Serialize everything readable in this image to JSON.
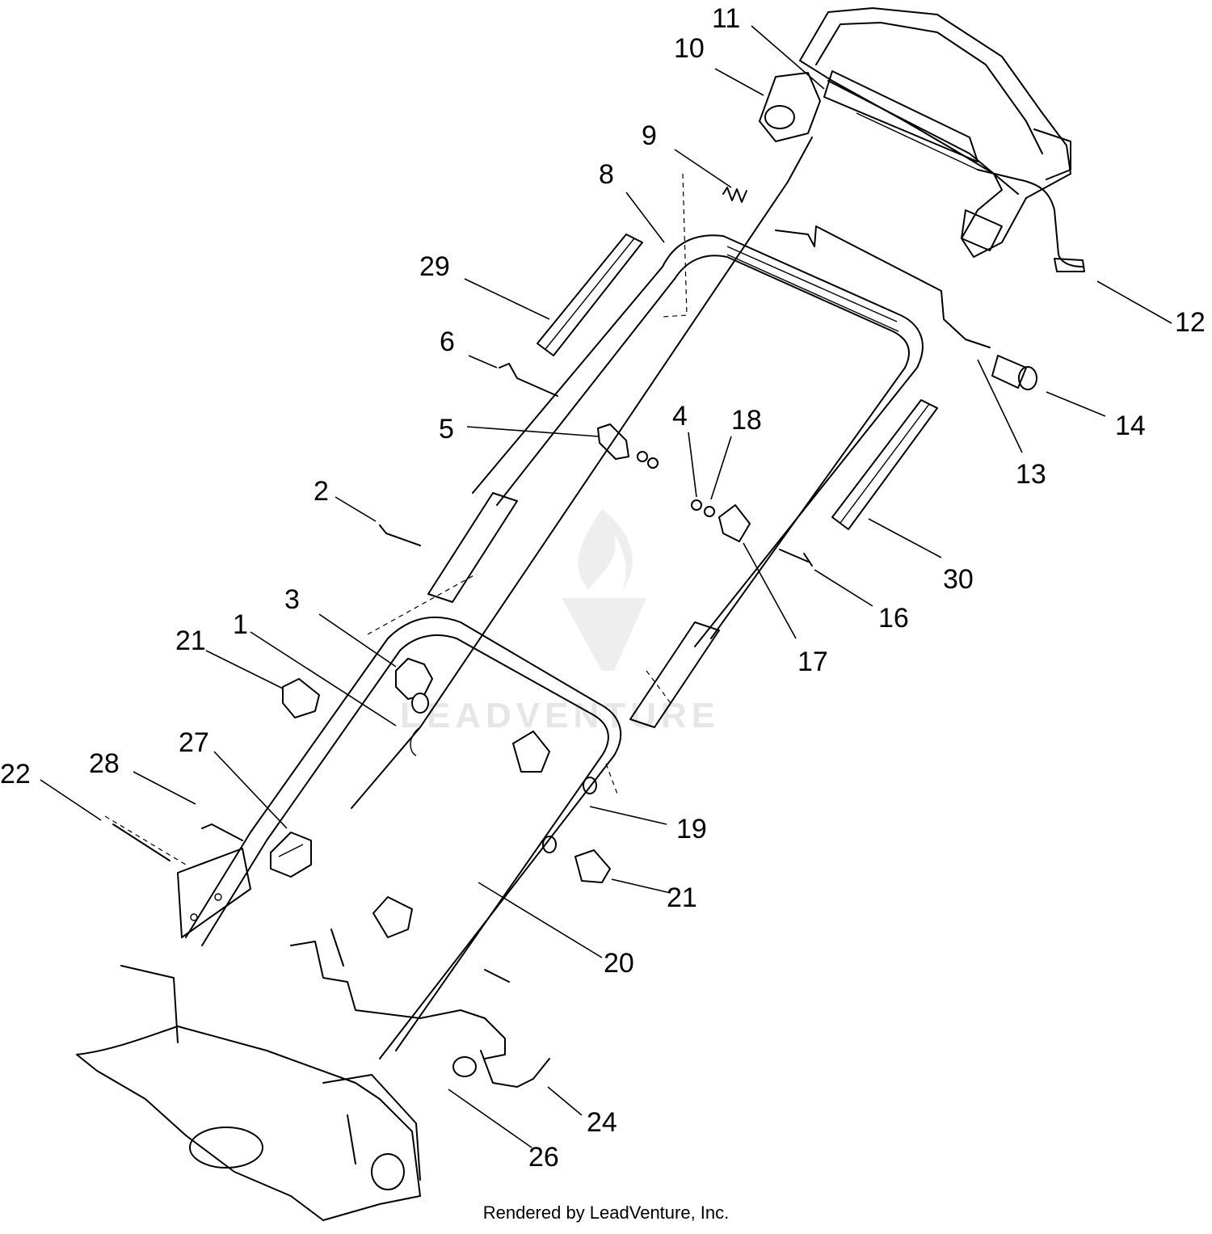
{
  "callouts": {
    "c1": "1",
    "c2": "2",
    "c3": "3",
    "c4": "4",
    "c5": "5",
    "c6": "6",
    "c8": "8",
    "c9": "9",
    "c10": "10",
    "c11": "11",
    "c12": "12",
    "c13": "13",
    "c14": "14",
    "c16": "16",
    "c17": "17",
    "c18": "18",
    "c19": "19",
    "c20": "20",
    "c21a": "21",
    "c21b": "21",
    "c22": "22",
    "c24": "24",
    "c26": "26",
    "c27": "27",
    "c28": "28",
    "c29": "29",
    "c30": "30"
  },
  "watermark": {
    "text": "LEADVENTURE",
    "color": "#e6e6e6"
  },
  "footer": {
    "text": "Rendered by LeadVenture, Inc."
  }
}
